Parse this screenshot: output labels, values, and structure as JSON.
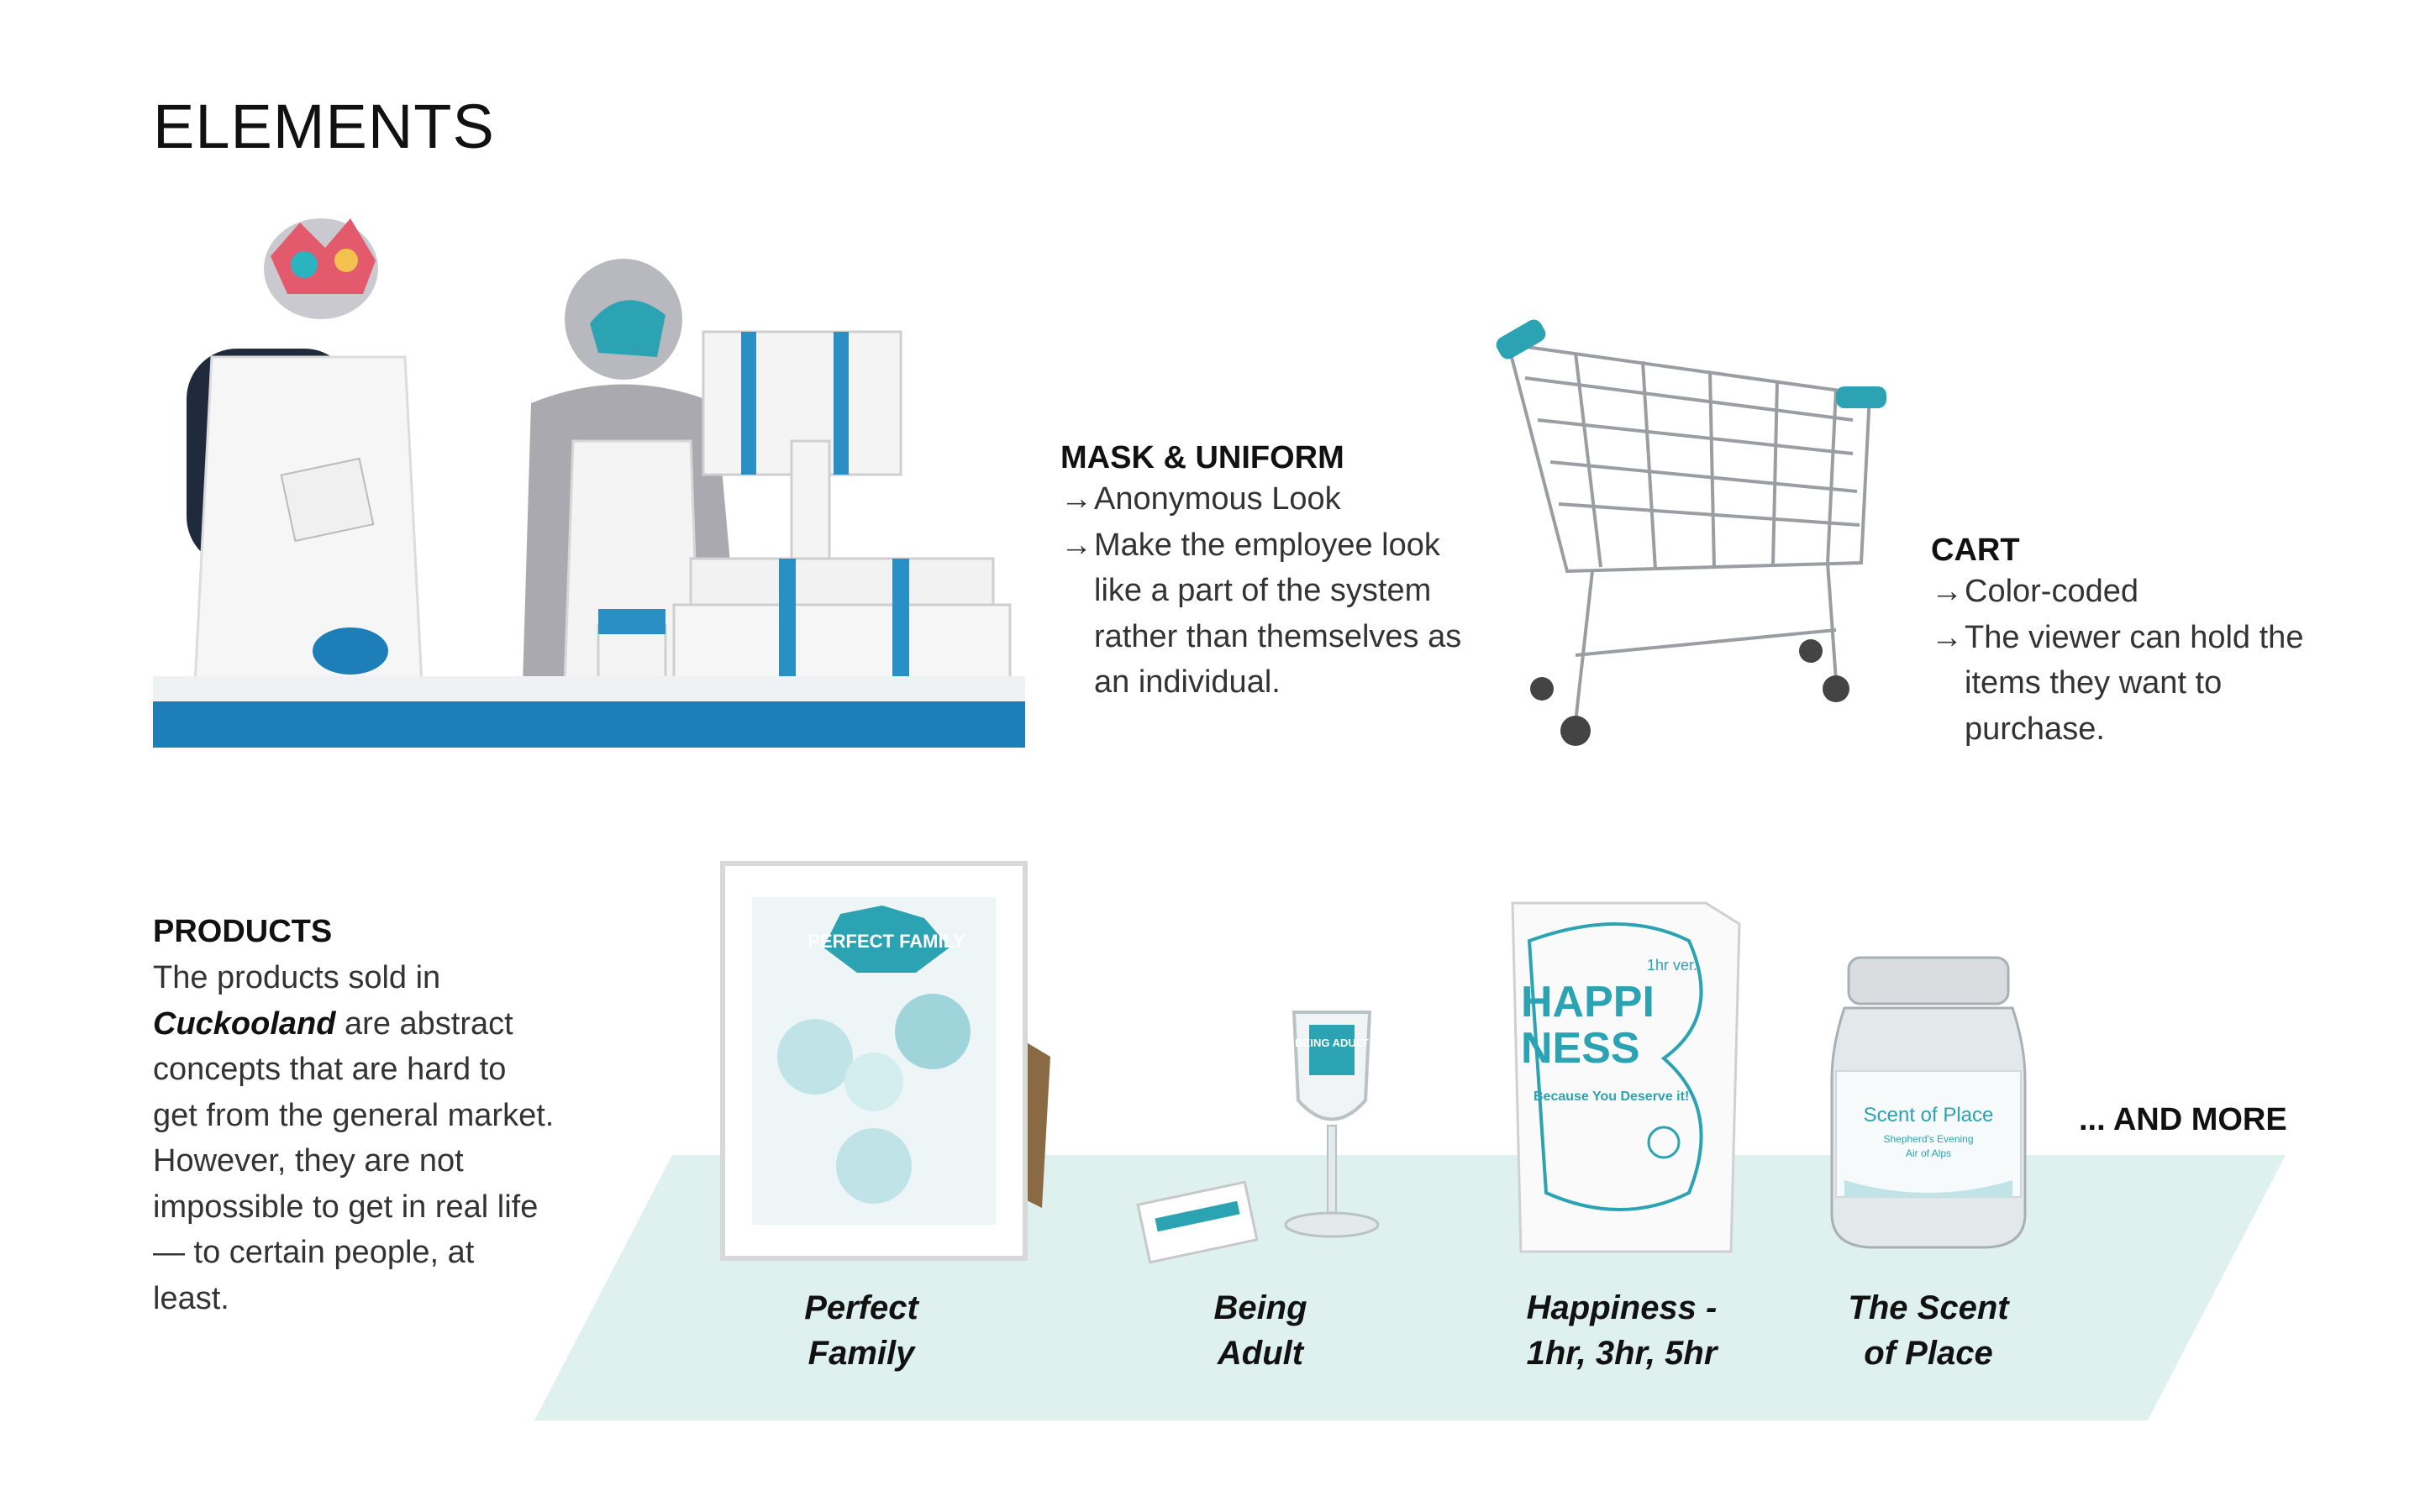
{
  "page": {
    "title": "ELEMENTS"
  },
  "mask_uniform": {
    "heading": "MASK & UNIFORM",
    "bullets": [
      {
        "arrow": "→",
        "text": "Anonymous Look"
      },
      {
        "arrow": "→",
        "text": "Make the employee look like a part of the system rather than themselves as an individual."
      }
    ]
  },
  "cart": {
    "heading": "CART",
    "bullets": [
      {
        "arrow": "→",
        "text": "Color-coded"
      },
      {
        "arrow": "→",
        "text": "The viewer can hold the items they want to purchase."
      }
    ]
  },
  "products": {
    "heading": "PRODUCTS",
    "description_lead": "The products sold in",
    "description_brand": "Cuckooland",
    "description_rest": "are abstract concepts that are hard to get from the general market. However, they are not impossible to get in real life — to certain people, at least.",
    "items": [
      {
        "line1": "Perfect",
        "line2": "Family"
      },
      {
        "line1": "Being",
        "line2": "Adult"
      },
      {
        "line1": "Happiness -",
        "line2": "1hr, 3hr, 5hr"
      },
      {
        "line1": "The Scent",
        "line2": "of Place"
      }
    ],
    "more": "... AND MORE"
  },
  "artwork": {
    "frame_title": "PERFECT FAMILY",
    "glass_label": "BEING ADULT",
    "box_version": "1hr ver.",
    "box_title_1": "HAPPI",
    "box_title_2": "NESS",
    "box_tagline": "Because You Deserve it!",
    "jar_title": "Scent of Place",
    "jar_sub_1": "Shepherd's Evening",
    "jar_sub_2": "Air of Alps"
  },
  "colors": {
    "accent": "#2a8fc4",
    "teal": "#2ba3b3",
    "shelf": "#dff1ef",
    "counter": "#1e7fb8"
  }
}
